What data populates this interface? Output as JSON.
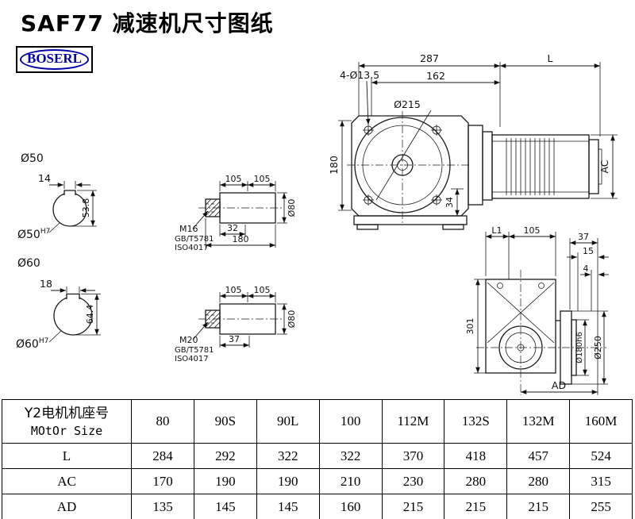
{
  "page": {
    "title": "SAF77 减速机尺寸图纸",
    "logo": "BOSERL"
  },
  "front_view": {
    "dim_287": "287",
    "dim_L": "L",
    "dim_162": "162",
    "holes": "4-Ø13.5",
    "dia_215": "Ø215",
    "dim_180": "180",
    "dim_34": "34",
    "dim_AC": "AC"
  },
  "shaft50": {
    "dia": "Ø50",
    "key_width": "14",
    "key_height": "53.8",
    "bore": "Ø50",
    "bore_tol": "H7"
  },
  "shaft60": {
    "dia": "Ø60",
    "key_width": "18",
    "key_height": "64.4",
    "bore": "Ø60",
    "bore_tol": "H7"
  },
  "detail_m16": {
    "dim_105a": "105",
    "dim_105b": "105",
    "thread": "M16",
    "std_gb": "GB/T5781",
    "std_iso": "ISO4017",
    "dim_32": "32",
    "dim_180": "180",
    "dia_80": "Ø80"
  },
  "detail_m20": {
    "dim_105a": "105",
    "dim_105b": "105",
    "thread": "M20",
    "std_gb": "GB/T5781",
    "std_iso": "ISO4017",
    "dim_37": "37",
    "dia_80": "Ø80"
  },
  "side_view": {
    "dim_L1": "L1",
    "dim_105": "105",
    "dim_37": "37",
    "dim_15": "15",
    "dim_4": "4",
    "dim_301": "301",
    "dia_180": "Ø180h6",
    "dia_250": "Ø250",
    "dim_AD": "AD"
  },
  "table": {
    "header_cn": "Y2电机机座号",
    "header_en": "MOtOr Size",
    "frame_sizes": [
      "80",
      "90S",
      "90L",
      "100",
      "112M",
      "132S",
      "132M",
      "160M"
    ],
    "rows": [
      {
        "label": "L",
        "values": [
          "284",
          "292",
          "322",
          "322",
          "370",
          "418",
          "457",
          "524"
        ]
      },
      {
        "label": "AC",
        "values": [
          "170",
          "190",
          "190",
          "210",
          "230",
          "280",
          "280",
          "315"
        ]
      },
      {
        "label": "AD",
        "values": [
          "135",
          "145",
          "145",
          "160",
          "215",
          "215",
          "215",
          "255"
        ]
      }
    ]
  }
}
